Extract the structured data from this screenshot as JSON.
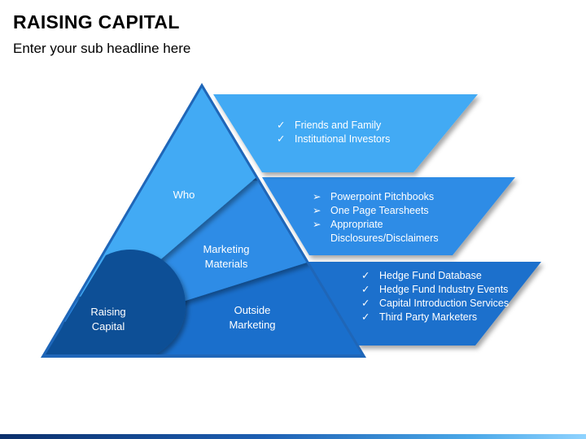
{
  "title": "RAISING CAPITAL",
  "subtitle": "Enter your sub headline here",
  "colors": {
    "layer1": "#42aaf4",
    "layer2": "#2d8ce6",
    "layer3": "#1a6fcc",
    "shadow": "#0d4f9e",
    "core": "#0b4f96",
    "outer_edge": "#1f66b8"
  },
  "core_label": [
    "Raising",
    "Capital"
  ],
  "layers": [
    {
      "label": [
        "Who"
      ],
      "bullet_icon": "check-icon",
      "bullets": [
        "Friends and Family",
        "Institutional Investors"
      ]
    },
    {
      "label": [
        "Marketing",
        "Materials"
      ],
      "bullet_icon": "arrow-icon",
      "bullets": [
        "Powerpoint Pitchbooks",
        "One Page Tearsheets",
        "Appropriate Disclosures/Disclaimers"
      ]
    },
    {
      "label": [
        "Outside",
        "Marketing"
      ],
      "bullet_icon": "check-icon",
      "bullets": [
        "Hedge Fund Database",
        "Hedge Fund Industry Events",
        "Capital Introduction Services",
        "Third Party Marketers"
      ]
    }
  ]
}
